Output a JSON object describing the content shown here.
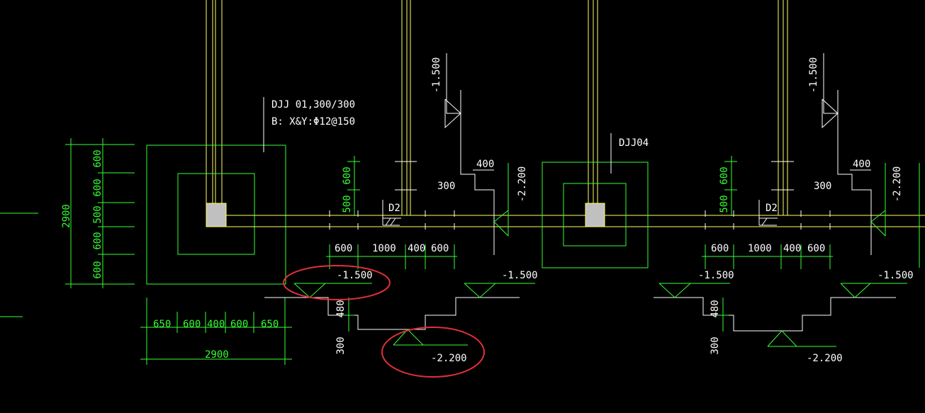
{
  "labels": {
    "callout_line1": "DJJ 01,300/300",
    "callout_line2": "B: X&Y:Φ12@150",
    "tag_djj04": "DJJ04",
    "tag_d2": "D2",
    "level_n1500": "-1.500",
    "level_n2200": "-2.200"
  },
  "dims": {
    "d2900": "2900",
    "d600": "600",
    "d500": "500",
    "d650": "650",
    "d400": "400",
    "d1000": "1000",
    "d300": "300",
    "d480": "480"
  },
  "colors": {
    "background": "#000000",
    "outline": "#ffffff",
    "dimension": "#33ff33",
    "column": "#ffff66",
    "column_fill": "#c0c0c0",
    "highlight": "#e0303a"
  }
}
